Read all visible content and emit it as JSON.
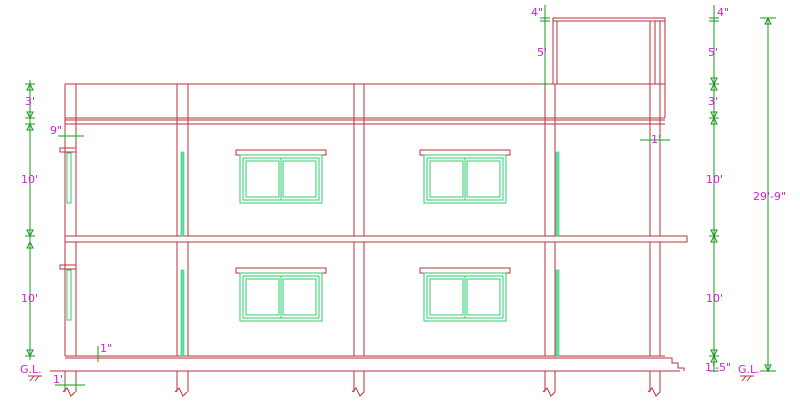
{
  "labels": {
    "d_4in_left": "4\"",
    "d_5ft_left": "5'",
    "d_4in_right": "4\"",
    "d_5ft_right": "5'",
    "d_3ft_left": "3'",
    "d_3ft_right": "3'",
    "d_9in": "9\"",
    "d_1ft_right": "1'",
    "d_10ft_left_upper": "10'",
    "d_10ft_right_upper": "10'",
    "d_overall": "29'-9\"",
    "d_10ft_left_lower": "10'",
    "d_10ft_right_lower": "10'",
    "d_1in": "1\"",
    "gl_left": "G.L.",
    "gl_right": "G.L.",
    "d_1ft_bottom": "1'",
    "d_1ft5in": "1'-5\""
  },
  "colors": {
    "structure": "#b8313a",
    "dimension": "#1a9a1a",
    "window": "#2ecc71",
    "text": "#d41fd4"
  }
}
